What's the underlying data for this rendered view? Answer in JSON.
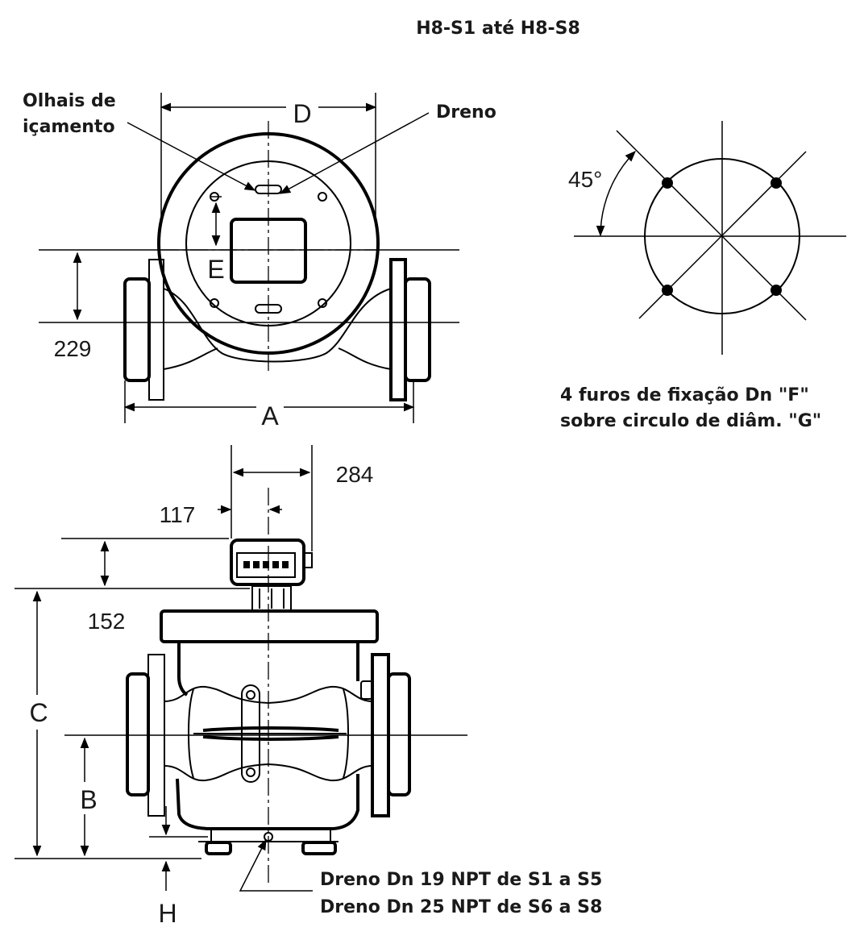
{
  "title": "H8-S1 até H8-S8",
  "top_view": {
    "label_lifting_eyes_line1": "Olhais de",
    "label_lifting_eyes_line2": "içamento",
    "label_drain": "Dreno",
    "dim_D": "D",
    "dim_E": "E",
    "dim_A": "A",
    "dim_229": "229"
  },
  "bolt_circle": {
    "angle_label": "45°",
    "caption_line1": "4 furos de fixação Dn \"F\"",
    "caption_line2": "sobre circulo de diâm. \"G\""
  },
  "side_view": {
    "dim_284": "284",
    "dim_117": "117",
    "dim_152": "152",
    "dim_C": "C",
    "dim_B": "B",
    "dim_H": "H",
    "drain_note_line1": "Dreno Dn 19 NPT de S1 a S5",
    "drain_note_line2": "Dreno Dn 25 NPT de S6 a S8"
  }
}
